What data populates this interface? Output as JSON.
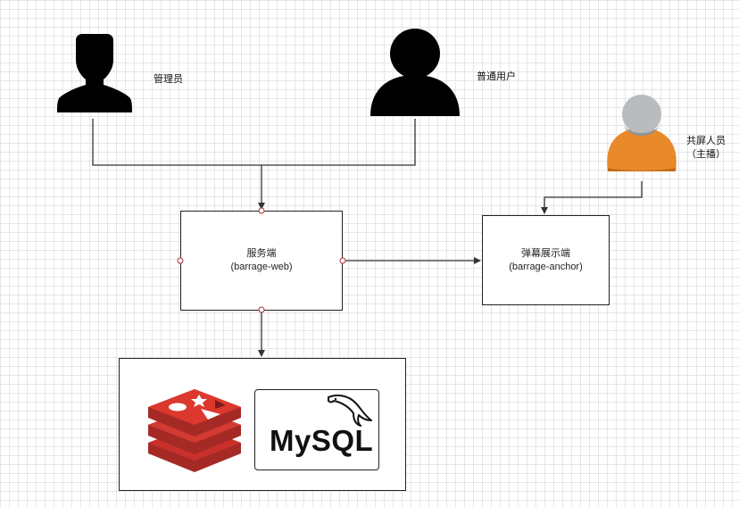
{
  "actors": {
    "admin": {
      "label": "管理员",
      "icon": "person-silhouette-icon"
    },
    "user": {
      "label": "普通用户",
      "icon": "person-silhouette-icon"
    },
    "anchor": {
      "label_line1": "共屏人员",
      "label_line2": "（主播）",
      "icon": "person-orange-icon"
    }
  },
  "nodes": {
    "server": {
      "title": "服务端",
      "subtitle": "(barrage-web)"
    },
    "display": {
      "title": "弹幕展示端",
      "subtitle": "(barrage-anchor)"
    }
  },
  "storage": {
    "redis": {
      "icon": "redis-logo-icon"
    },
    "mysql": {
      "text": "MySQL",
      "icon": "mysql-dolphin-icon"
    }
  },
  "colors": {
    "line": "#333333",
    "anchor_shirt": "#e8892a",
    "anchor_head": "#b8bcbf",
    "redis_red": "#c9302c",
    "silhouette": "#000000"
  }
}
